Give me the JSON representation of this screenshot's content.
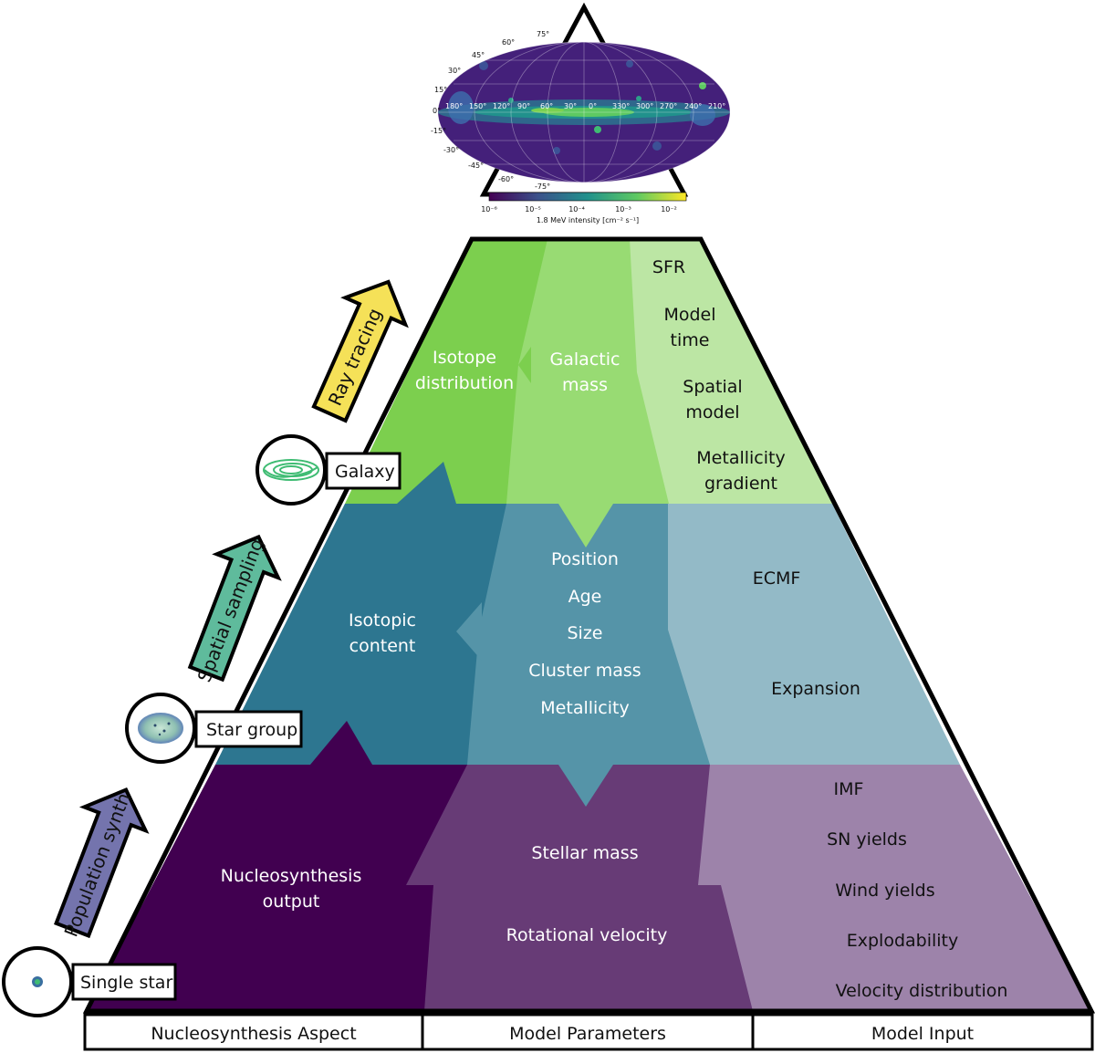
{
  "columns": {
    "aspect": "Nucleosynthesis Aspect",
    "parameters": "Model Parameters",
    "input": "Model Input"
  },
  "galaxy_tier": {
    "aspect": [
      "Isotope",
      "distribution"
    ],
    "parameters": [
      "Galactic",
      "mass"
    ],
    "input": [
      [
        "SFR"
      ],
      [
        "Model",
        "time"
      ],
      [
        "Spatial",
        "model"
      ],
      [
        "Metallicity",
        "gradient"
      ]
    ]
  },
  "group_tier": {
    "aspect": [
      "Isotopic",
      "content"
    ],
    "parameters": [
      "Position",
      "Age",
      "Size",
      "Cluster mass",
      "Metallicity"
    ],
    "input": [
      "ECMF",
      "Expansion"
    ]
  },
  "star_tier": {
    "aspect": [
      "Nucleosynthesis",
      "output"
    ],
    "parameters": [
      "Stellar mass",
      "Rotational velocity"
    ],
    "input": [
      "IMF",
      "SN yields",
      "Wind yields",
      "Explodability",
      "Velocity distribution"
    ]
  },
  "scales": {
    "single_star": "Single star",
    "star_group": "Star group",
    "galaxy": "Galaxy"
  },
  "process_arrows": {
    "population": "Population synth",
    "spatial": "Spatial sampling",
    "ray": "Ray tracing"
  },
  "sky_map": {
    "colorbar_label": "1.8 MeV intensity [cm⁻² s⁻¹]",
    "colorbar_ticks": [
      "10⁻⁶",
      "10⁻⁵",
      "10⁻⁴",
      "10⁻³",
      "10⁻²"
    ],
    "lat_labels": [
      "75°",
      "60°",
      "45°",
      "30°",
      "15°",
      "0°",
      "-15°",
      "-30°",
      "-45°",
      "-60°",
      "-75°"
    ],
    "lon_labels": [
      "180°",
      "150°",
      "120°",
      "90°",
      "60°",
      "30°",
      "0°",
      "330°",
      "300°",
      "270°",
      "240°",
      "210°"
    ]
  },
  "colors": {
    "galaxy": [
      "#7ccf4e",
      "#98db73",
      "#bce6a4"
    ],
    "group": [
      "#2d7690",
      "#5594a8",
      "#93bac7"
    ],
    "star": [
      "#410050",
      "#673b76",
      "#9d83aa"
    ],
    "arrow_ray": "#f5e158",
    "arrow_spatial": "#5fbb9c",
    "arrow_population": "#7474ad"
  }
}
